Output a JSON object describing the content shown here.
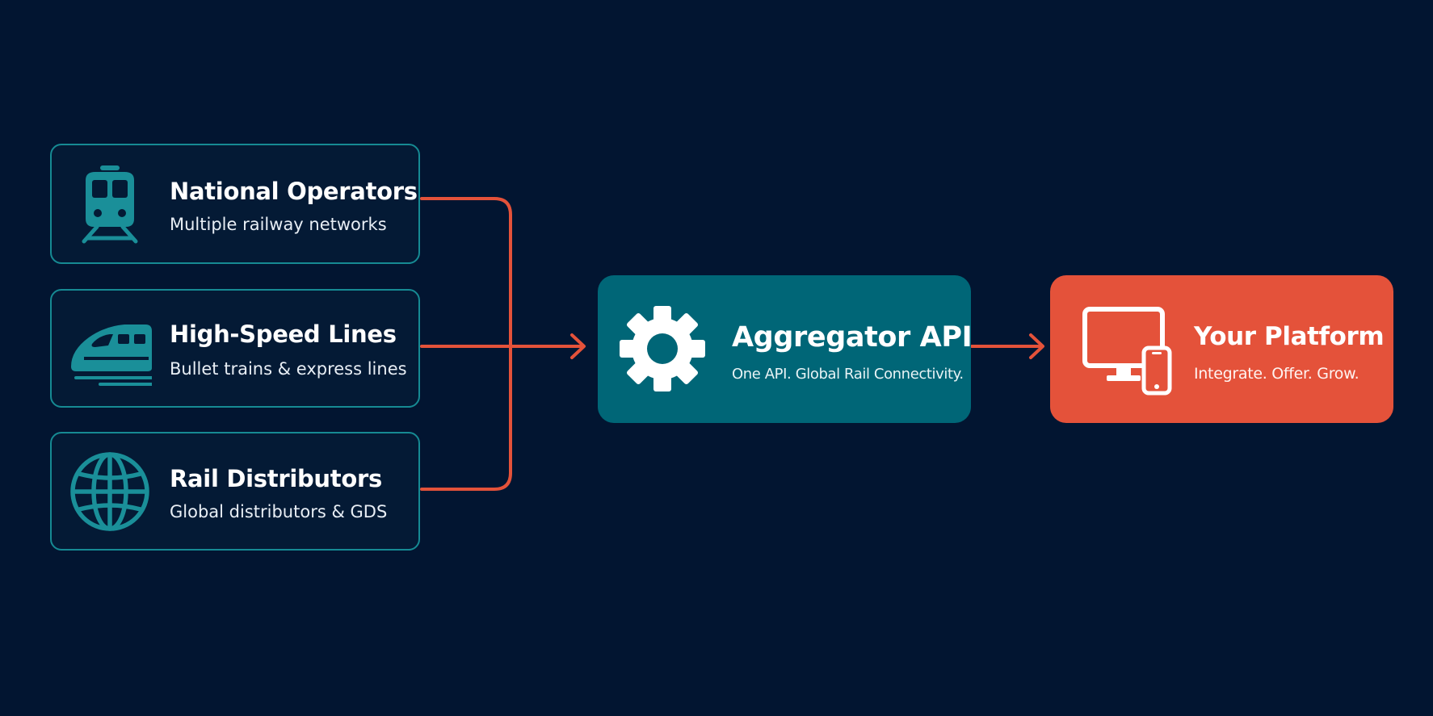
{
  "colors": {
    "background": "#021531",
    "source_border": "#168a93",
    "source_icon": "#1a8f99",
    "connector": "#e4523a",
    "aggregator_fill": "#006677",
    "platform_fill": "#e4523a",
    "text_primary": "#ffffff"
  },
  "sources": [
    {
      "title": "National Operators",
      "subtitle": "Multiple railway networks",
      "icon": "train-icon"
    },
    {
      "title": "High-Speed Lines",
      "subtitle": "Bullet trains & express lines",
      "icon": "bullet-train-icon"
    },
    {
      "title": "Rail Distributors",
      "subtitle": "Global distributors & GDS",
      "icon": "globe-icon"
    }
  ],
  "aggregator": {
    "title": "Aggregator API",
    "subtitle": "One API. Global Rail Connectivity.",
    "icon": "gear-icon"
  },
  "platform": {
    "title": "Your Platform",
    "subtitle": "Integrate. Offer. Grow.",
    "icon": "devices-icon"
  }
}
